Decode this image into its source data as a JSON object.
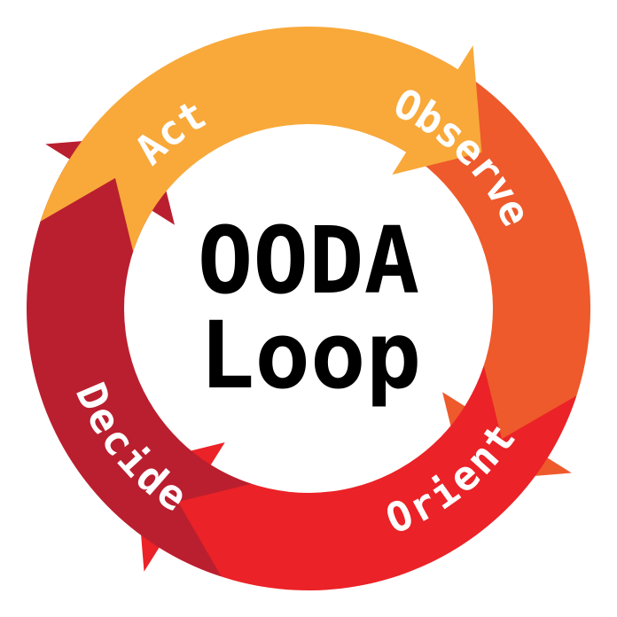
{
  "title": {
    "line1": "OODA",
    "line2": "Loop"
  },
  "segments": [
    {
      "label": "Observe",
      "color": "#EE5A2B"
    },
    {
      "label": "Orient",
      "color": "#EB2227"
    },
    {
      "label": "Decide",
      "color": "#BA1F2F"
    },
    {
      "label": "Act",
      "color": "#F8A93A"
    }
  ],
  "background": "#FFFFFF",
  "text_color": "#000000",
  "label_color": "#FFFFFF"
}
